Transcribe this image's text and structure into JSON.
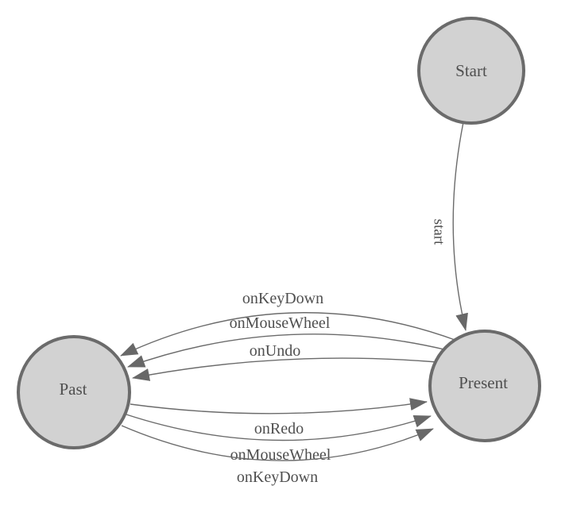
{
  "diagram": {
    "kind": "state-machine",
    "background": "#ffffff",
    "colors": {
      "node_fill": "#d2d2d2",
      "node_stroke": "#6b6b6b",
      "edge_stroke": "#6b6b6b",
      "arrow_fill": "#686868",
      "label_text": "#4f4f4f"
    },
    "nodes": [
      {
        "id": "start",
        "label": "Start"
      },
      {
        "id": "present",
        "label": "Present"
      },
      {
        "id": "past",
        "label": "Past"
      }
    ],
    "edges": [
      {
        "from": "Start",
        "to": "Present",
        "label": "start"
      },
      {
        "from": "Present",
        "to": "Past",
        "label": "onKeyDown"
      },
      {
        "from": "Present",
        "to": "Past",
        "label": "onMouseWheel"
      },
      {
        "from": "Present",
        "to": "Past",
        "label": "onUndo"
      },
      {
        "from": "Past",
        "to": "Present",
        "label": "onRedo"
      },
      {
        "from": "Past",
        "to": "Present",
        "label": "onMouseWheel"
      },
      {
        "from": "Past",
        "to": "Present",
        "label": "onKeyDown"
      }
    ]
  }
}
